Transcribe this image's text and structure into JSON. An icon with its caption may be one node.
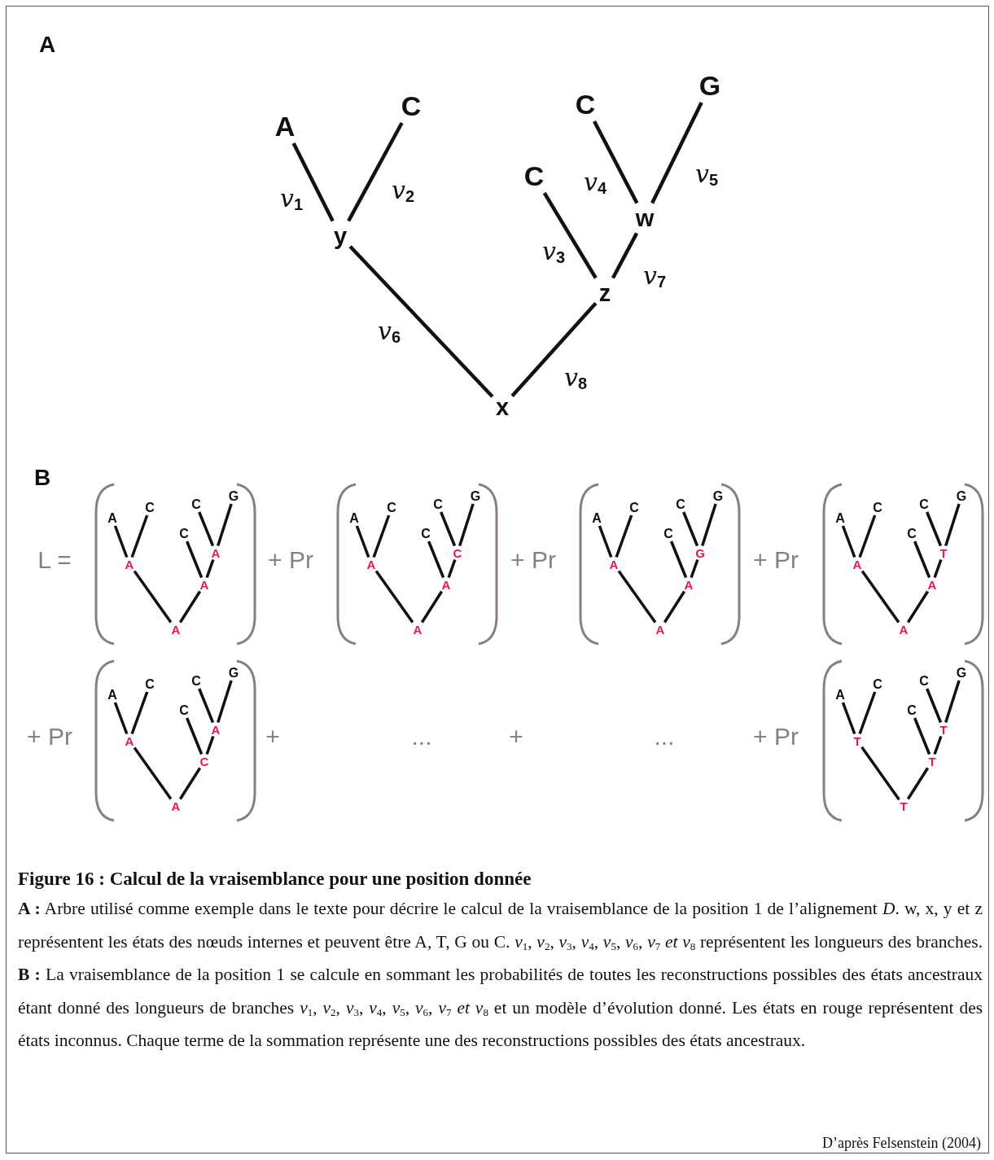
{
  "diagram": {
    "title": "Figure 16 : Calcul de la vraisemblance pour une position donnée",
    "caption": "**A :** Arbre utilisé comme exemple dans le texte pour décrire le calcul de la vraisemblance de la position 1 de l’alignement *D*. w, x, y et z représentent les états des nœuds internes et peuvent être A, T, G ou C. *v*$_{1}$, *v*$_{2}$, *v*$_{3}$, *v*$_{4}$, *v*$_{5}$, *v*$_{6}$, *v*$_{7}$ *et v*$_{8}$ représentent les longueurs des branches. **B :** La vraisemblance de la position 1 se calcule en sommant les probabilités de toutes les reconstructions possibles des états ancestraux étant donné des longueurs de branches *v*$_{1}$, *v*$_{2}$, *v*$_{3}$, *v*$_{4}$, *v*$_{5}$, *v*$_{6}$, *v*$_{7}$ *et v*$_{8}$ et un modèle d’évolution donné. Les états en rouge représentent des états inconnus. Chaque terme de la sommation représente une des reconstructions possibles des états ancestraux.",
    "nodes": [
      {
        "text": [
          "A"
        ]
      },
      {
        "text": [
          "C"
        ]
      },
      {
        "text": [
          "C"
        ]
      },
      {
        "text": [
          "C"
        ]
      },
      {
        "text": [
          "G"
        ]
      },
      {
        "text": [
          "y"
        ]
      },
      {
        "text": [
          "w"
        ]
      },
      {
        "text": [
          "z"
        ]
      },
      {
        "text": [
          "x"
        ]
      },
      {
        "text": [
          "A"
        ]
      },
      {
        "text": [
          "C"
        ]
      },
      {
        "text": [
          "C"
        ]
      },
      {
        "text": [
          "C"
        ]
      },
      {
        "text": [
          "G"
        ]
      },
      {
        "text": [
          "A"
        ]
      },
      {
        "text": [
          "A"
        ]
      },
      {
        "text": [
          "A"
        ]
      },
      {
        "text": [
          "A"
        ]
      },
      {
        "text": [
          "A"
        ]
      },
      {
        "text": [
          "C"
        ]
      },
      {
        "text": [
          "C"
        ]
      },
      {
        "text": [
          "C"
        ]
      },
      {
        "text": [
          "G"
        ]
      },
      {
        "text": [
          "A"
        ]
      },
      {
        "text": [
          "C"
        ]
      },
      {
        "text": [
          "A"
        ]
      },
      {
        "text": [
          "A"
        ]
      },
      {
        "text": [
          "A"
        ]
      },
      {
        "text": [
          "C"
        ]
      },
      {
        "text": [
          "C"
        ]
      },
      {
        "text": [
          "C"
        ]
      },
      {
        "text": [
          "G"
        ]
      },
      {
        "text": [
          "A"
        ]
      },
      {
        "text": [
          "G"
        ]
      },
      {
        "text": [
          "A"
        ]
      },
      {
        "text": [
          "A"
        ]
      },
      {
        "text": [
          "A"
        ]
      },
      {
        "text": [
          "C"
        ]
      },
      {
        "text": [
          "C"
        ]
      },
      {
        "text": [
          "C"
        ]
      },
      {
        "text": [
          "G"
        ]
      },
      {
        "text": [
          "A"
        ]
      },
      {
        "text": [
          "T"
        ]
      },
      {
        "text": [
          "A"
        ]
      },
      {
        "text": [
          "A"
        ]
      },
      {
        "text": [
          "A"
        ]
      },
      {
        "text": [
          "C"
        ]
      },
      {
        "text": [
          "C"
        ]
      },
      {
        "text": [
          "C"
        ]
      },
      {
        "text": [
          "G"
        ]
      },
      {
        "text": [
          "A"
        ]
      },
      {
        "text": [
          "A"
        ]
      },
      {
        "text": [
          "C"
        ]
      },
      {
        "text": [
          "A"
        ]
      },
      {
        "text": [
          "A"
        ]
      },
      {
        "text": [
          "C"
        ]
      },
      {
        "text": [
          "C"
        ]
      },
      {
        "text": [
          "C"
        ]
      },
      {
        "text": [
          "G"
        ]
      },
      {
        "text": [
          "T"
        ]
      },
      {
        "text": [
          "T"
        ]
      },
      {
        "text": [
          "T"
        ]
      },
      {
        "text": [
          "T"
        ]
      }
    ],
    "edges": [
      {
        "from": 0,
        "to": 5,
        "arrow": "none",
        "label": "v$_{1}$"
      },
      {
        "from": 1,
        "to": 5,
        "arrow": "none",
        "label": "v$_{2}$"
      },
      {
        "from": 2,
        "to": 7,
        "arrow": "none",
        "label": "v$_{3}$"
      },
      {
        "from": 3,
        "to": 6,
        "arrow": "none",
        "label": "v$_{4}$"
      },
      {
        "from": 4,
        "to": 6,
        "arrow": "none",
        "label": "v$_{5}$"
      },
      {
        "from": 5,
        "to": 8,
        "arrow": "none",
        "label": "v$_{6}$"
      },
      {
        "from": 6,
        "to": 7,
        "arrow": "none",
        "label": "v$_{7}$"
      },
      {
        "from": 7,
        "to": 8,
        "arrow": "none",
        "label": "v$_{8}$"
      },
      {
        "from": 9,
        "to": 14,
        "arrow": "none"
      },
      {
        "from": 10,
        "to": 14,
        "arrow": "none"
      },
      {
        "from": 11,
        "to": 16,
        "arrow": "none"
      },
      {
        "from": 12,
        "to": 15,
        "arrow": "none"
      },
      {
        "from": 13,
        "to": 15,
        "arrow": "none"
      },
      {
        "from": 14,
        "to": 17,
        "arrow": "none"
      },
      {
        "from": 15,
        "to": 16,
        "arrow": "none"
      },
      {
        "from": 16,
        "to": 17,
        "arrow": "none"
      },
      {
        "from": 18,
        "to": 23,
        "arrow": "none"
      },
      {
        "from": 19,
        "to": 23,
        "arrow": "none"
      },
      {
        "from": 20,
        "to": 25,
        "arrow": "none"
      },
      {
        "from": 21,
        "to": 24,
        "arrow": "none"
      },
      {
        "from": 22,
        "to": 24,
        "arrow": "none"
      },
      {
        "from": 23,
        "to": 26,
        "arrow": "none"
      },
      {
        "from": 24,
        "to": 25,
        "arrow": "none"
      },
      {
        "from": 25,
        "to": 26,
        "arrow": "none"
      },
      {
        "from": 27,
        "to": 32,
        "arrow": "none"
      },
      {
        "from": 28,
        "to": 32,
        "arrow": "none"
      },
      {
        "from": 29,
        "to": 34,
        "arrow": "none"
      },
      {
        "from": 30,
        "to": 33,
        "arrow": "none"
      },
      {
        "from": 31,
        "to": 33,
        "arrow": "none"
      },
      {
        "from": 32,
        "to": 35,
        "arrow": "none"
      },
      {
        "from": 33,
        "to": 34,
        "arrow": "none"
      },
      {
        "from": 34,
        "to": 35,
        "arrow": "none"
      },
      {
        "from": 36,
        "to": 41,
        "arrow": "none"
      },
      {
        "from": 37,
        "to": 41,
        "arrow": "none"
      },
      {
        "from": 38,
        "to": 43,
        "arrow": "none"
      },
      {
        "from": 39,
        "to": 42,
        "arrow": "none"
      },
      {
        "from": 40,
        "to": 42,
        "arrow": "none"
      },
      {
        "from": 41,
        "to": 44,
        "arrow": "none"
      },
      {
        "from": 42,
        "to": 43,
        "arrow": "none"
      },
      {
        "from": 43,
        "to": 44,
        "arrow": "none"
      },
      {
        "from": 45,
        "to": 50,
        "arrow": "none"
      },
      {
        "from": 46,
        "to": 50,
        "arrow": "none"
      },
      {
        "from": 47,
        "to": 52,
        "arrow": "none"
      },
      {
        "from": 48,
        "to": 51,
        "arrow": "none"
      },
      {
        "from": 49,
        "to": 51,
        "arrow": "none"
      },
      {
        "from": 50,
        "to": 53,
        "arrow": "none"
      },
      {
        "from": 51,
        "to": 52,
        "arrow": "none"
      },
      {
        "from": 52,
        "to": 53,
        "arrow": "none"
      },
      {
        "from": 54,
        "to": 59,
        "arrow": "none"
      },
      {
        "from": 55,
        "to": 59,
        "arrow": "none"
      },
      {
        "from": 56,
        "to": 61,
        "arrow": "none"
      },
      {
        "from": 57,
        "to": 60,
        "arrow": "none"
      },
      {
        "from": 58,
        "to": 60,
        "arrow": "none"
      },
      {
        "from": 59,
        "to": 62,
        "arrow": "none"
      },
      {
        "from": 60,
        "to": 61,
        "arrow": "none"
      },
      {
        "from": 61,
        "to": 62,
        "arrow": "none"
      }
    ],
    "labels": [
      "A",
      "B",
      "L =",
      "+ Pr",
      "+ Pr",
      "+ Pr",
      "+ Pr",
      "+",
      "...",
      "+",
      "...",
      "+ Pr",
      "D’après Felsenstein (2004)"
    ]
  }
}
